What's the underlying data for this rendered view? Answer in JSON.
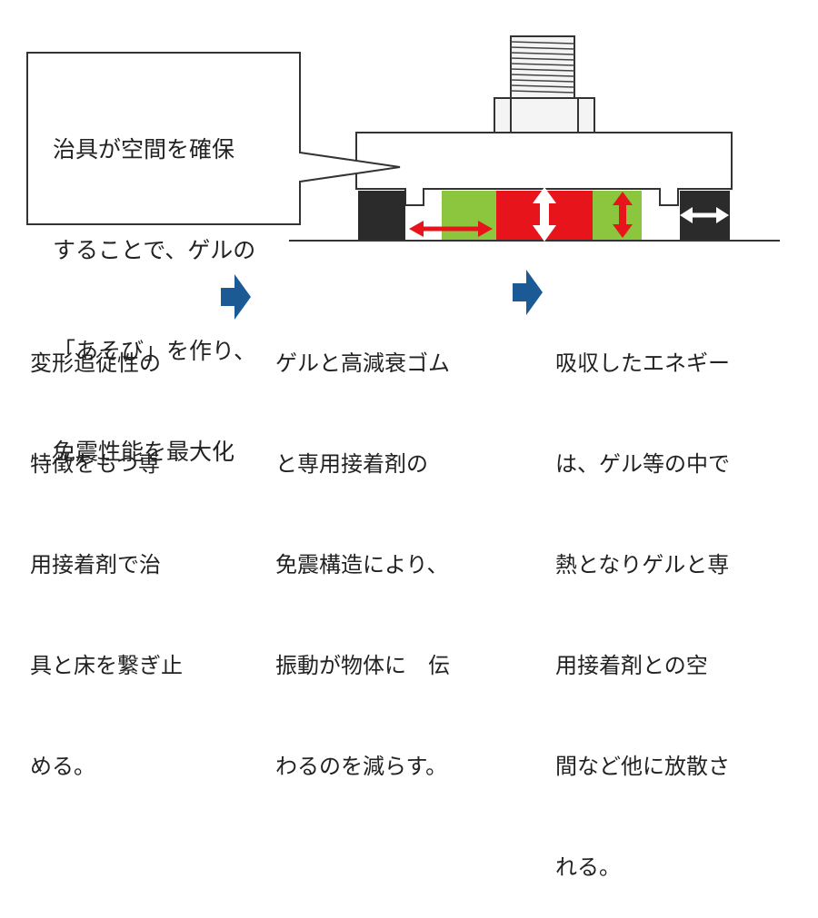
{
  "callout": {
    "lines": [
      "治具が空間を確保",
      "することで、ゲルの",
      "「あそび」を作り、",
      "免震性能を最大化"
    ]
  },
  "steps": [
    {
      "lines": [
        "変形追従性の",
        "特徴をもつ専",
        "用接着剤で治",
        "具と床を繋ぎ止",
        "める。"
      ]
    },
    {
      "lines": [
        "ゲルと高減衰ゴム",
        "と専用接着剤の",
        "免震構造により、",
        "振動が物体に　伝",
        "わるのを減らす。"
      ]
    },
    {
      "lines": [
        "吸収したエネギー",
        "は、ゲル等の中で",
        "熱となりゲルと専",
        "用接着剤との空",
        "間など他に放散さ",
        "れる。"
      ]
    }
  ],
  "colors": {
    "gel_green": "#8cc63f",
    "rubber_red": "#e8141c",
    "adhesive_black": "#2b2b2b",
    "arrow_blue": "#1c5a96",
    "outline": "#333333"
  }
}
